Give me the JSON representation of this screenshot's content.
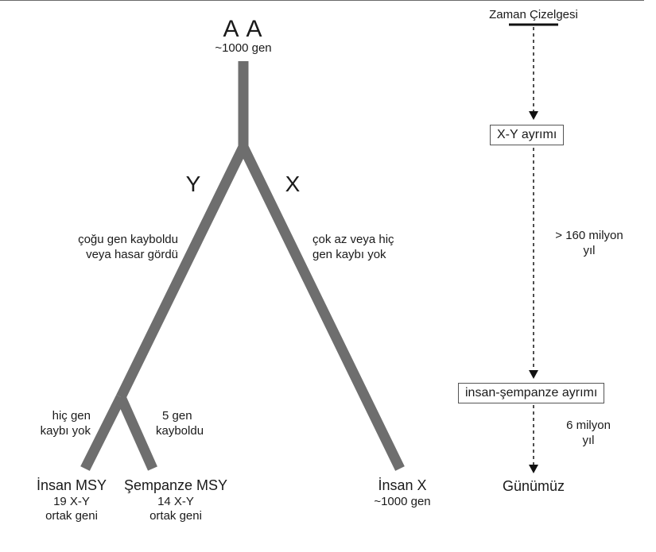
{
  "ancestor": {
    "label": "A A",
    "genes": "~1000 gen"
  },
  "branches": {
    "y": "Y",
    "x": "X"
  },
  "annotations": {
    "y_loss": [
      "çoğu gen kayboldu",
      "veya hasar gördü"
    ],
    "x_loss": [
      "çok az veya hiç",
      "gen kaybı yok"
    ],
    "human_branch": [
      "hiç gen",
      "kaybı yok"
    ],
    "chimp_branch": [
      "5 gen",
      "kayboldu"
    ]
  },
  "leaves": {
    "human_msy": {
      "name": "İnsan MSY",
      "line2": "19 X-Y",
      "line3": "ortak geni"
    },
    "chimp_msy": {
      "name": "Şempanze MSY",
      "line2": "14 X-Y",
      "line3": "ortak geni"
    },
    "human_x": {
      "name": "İnsan X",
      "line2": "~1000 gen"
    }
  },
  "timeline": {
    "title": "Zaman Çizelgesi",
    "event1": "X-Y ayrımı",
    "interval1": [
      "> 160 milyon",
      "yıl"
    ],
    "event2": "insan-şempanze ayrımı",
    "interval2": [
      "6 milyon",
      "yıl"
    ],
    "end": "Günümüz"
  },
  "colors": {
    "tree": "#6e6e6e",
    "text": "#1a1a1a",
    "box_border": "#555555"
  }
}
